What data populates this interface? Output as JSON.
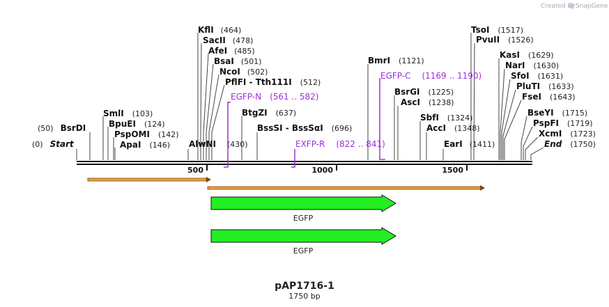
{
  "credit": {
    "prefix": "Created by",
    "brand": "SnapGene"
  },
  "title": "pAP1716-1",
  "subtitle": "1750 bp",
  "sites": [
    {
      "name": "KflI",
      "pos": "(464)"
    },
    {
      "name": "SacII",
      "pos": "(478)"
    },
    {
      "name": "AfeI",
      "pos": "(485)"
    },
    {
      "name": "BsaI",
      "pos": "(501)"
    },
    {
      "name": "NcoI",
      "pos": "(502)"
    },
    {
      "name": "PflFI - Tth111I",
      "pos": "(512)"
    },
    {
      "name": "SmlI",
      "pos": "(103)"
    },
    {
      "name": "BpuEI",
      "pos": "(124)"
    },
    {
      "name": "PspOMI",
      "pos": "(142)"
    },
    {
      "name": "ApaI",
      "pos": "(146)"
    },
    {
      "name": "BsrDI",
      "pos": "(50)"
    },
    {
      "name": "Start",
      "pos": "(0)"
    },
    {
      "name": "AlwNI",
      "pos": "(430)"
    },
    {
      "name": "BtgZI",
      "pos": "(637)"
    },
    {
      "name": "BssSI - BssSαI",
      "pos": "(696)"
    },
    {
      "name": "BmrI",
      "pos": "(1121)"
    },
    {
      "name": "BsrGI",
      "pos": "(1225)"
    },
    {
      "name": "AscI",
      "pos": "(1238)"
    },
    {
      "name": "SbfI",
      "pos": "(1324)"
    },
    {
      "name": "AccI",
      "pos": "(1348)"
    },
    {
      "name": "EarI",
      "pos": "(1411)"
    },
    {
      "name": "TsoI",
      "pos": "(1517)"
    },
    {
      "name": "PvuII",
      "pos": "(1526)"
    },
    {
      "name": "KasI",
      "pos": "(1629)"
    },
    {
      "name": "NarI",
      "pos": "(1630)"
    },
    {
      "name": "SfoI",
      "pos": "(1631)"
    },
    {
      "name": "PluTI",
      "pos": "(1633)"
    },
    {
      "name": "FseI",
      "pos": "(1643)"
    },
    {
      "name": "BseYI",
      "pos": "(1715)"
    },
    {
      "name": "PspFI",
      "pos": "(1719)"
    },
    {
      "name": "XcmI",
      "pos": "(1723)"
    },
    {
      "name": "End",
      "pos": "(1750)"
    }
  ],
  "primers": [
    {
      "name": "EGFP-N",
      "range": "(561 .. 582)"
    },
    {
      "name": "EGFP-C",
      "range": "(1169 .. 1190)"
    },
    {
      "name": "EXFP-R",
      "range": "(822 .. 841)"
    }
  ],
  "ruler": {
    "ticks": [
      "500",
      "1000",
      "1500"
    ]
  },
  "features": [
    {
      "name": "EGFP",
      "color": "#22ee22"
    },
    {
      "name": "EGFP",
      "color": "#22ee22"
    }
  ],
  "colors": {
    "primer": "#9b30d9",
    "feature": "#22ee22",
    "orf": "#e8a040"
  }
}
